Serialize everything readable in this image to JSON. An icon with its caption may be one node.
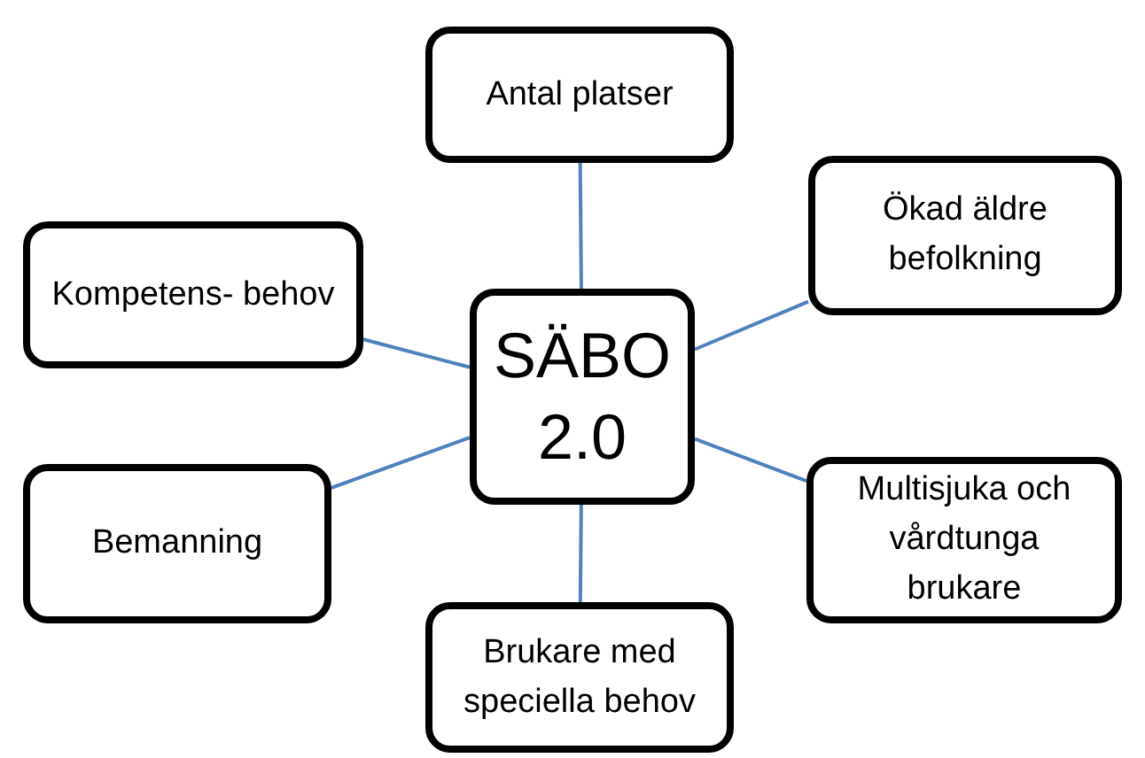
{
  "diagram": {
    "nodes": [
      {
        "text": [
          "SÄBO 2.0"
        ]
      },
      {
        "text": [
          "Antal platser"
        ]
      },
      {
        "text": [
          "Ökad äldre befolkning"
        ]
      },
      {
        "text": [
          "Kompetens- behov"
        ]
      },
      {
        "text": [
          "Bemanning"
        ]
      },
      {
        "text": [
          "Multisjuka och vårdtunga brukare"
        ]
      },
      {
        "text": [
          "Brukare med speciella behov"
        ]
      }
    ],
    "edges": [
      {
        "from": 0,
        "to": 1,
        "arrow": "none"
      },
      {
        "from": 0,
        "to": 2,
        "arrow": "none"
      },
      {
        "from": 0,
        "to": 3,
        "arrow": "none"
      },
      {
        "from": 0,
        "to": 4,
        "arrow": "none"
      },
      {
        "from": 0,
        "to": 5,
        "arrow": "none"
      },
      {
        "from": 0,
        "to": 6,
        "arrow": "none"
      }
    ]
  }
}
